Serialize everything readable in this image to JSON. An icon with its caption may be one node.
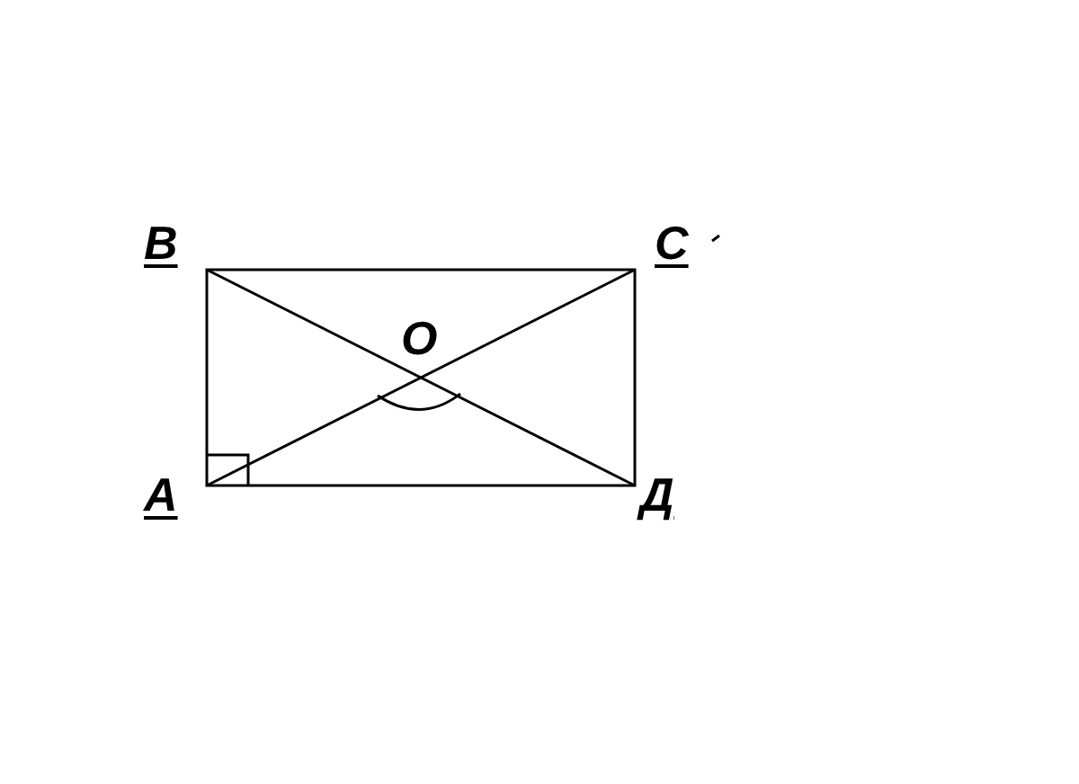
{
  "diagram": {
    "labels": [
      "В",
      "С",
      "О",
      "А",
      "Д"
    ]
  }
}
